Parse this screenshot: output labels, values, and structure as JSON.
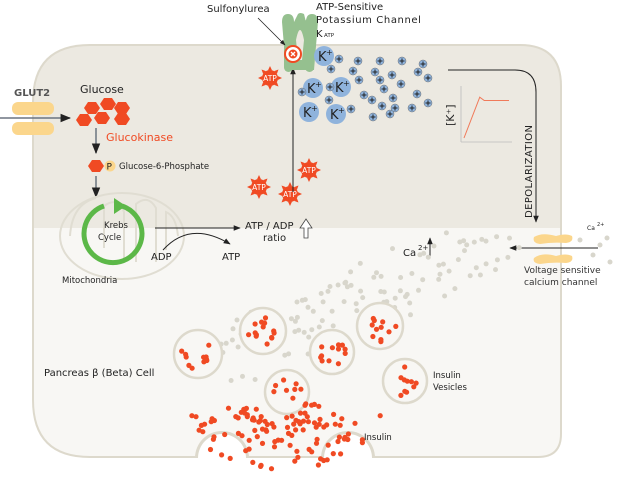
{
  "title": "Pancreas β (Beta) Cell insulin secretion",
  "colors": {
    "cell_upper": "#ece9e1",
    "cell_lower": "#f8f7f4",
    "cell_border": "#ddd9cc",
    "glucose": "#f04a23",
    "glut2": "#fbd68c",
    "krebs": "#5cb848",
    "channel": "#95c08f",
    "potassium": "#8fb3dc",
    "atp": "#f04a23",
    "insulin": "#f04a23",
    "calcium": "#d8d6cc",
    "text_accent": "#f04a23",
    "graph_line": "#f07a5a"
  },
  "labels": {
    "glut2": "GLUT2",
    "glucose": "Glucose",
    "glucokinase": "Glucokinase",
    "phosphate_p": "P",
    "glucose6p": "Glucose-6-Phosphate",
    "krebs_line1": "Krebs",
    "krebs_line2": "Cycle",
    "mitochondria": "Mitochondria",
    "adp": "ADP",
    "atp": "ATP",
    "ratio_line1": "ATP / ADP",
    "ratio_line2": "ratio",
    "sulfonylurea": "Sulfonylurea",
    "katp_line1": "ATP-Sensitive",
    "katp_line2": "Potassium Channel",
    "katp_symbol": "K",
    "katp_sub": "ATP",
    "k_ion": "K",
    "k_sup": "+",
    "k_conc_label": "[K⁺]",
    "depolarization": "DEPOLARIZATION",
    "ca_inside": "Ca",
    "ca_inside_sup": "2+",
    "ca_outside": "Ca",
    "ca_outside_sup": "2+",
    "vscc_line1": "Voltage sensitive",
    "vscc_line2": "calcium channel",
    "cell_name": "Pancreas β (Beta) Cell",
    "vesicles_line1": "Insulin",
    "vesicles_line2": "Vesicles",
    "insulin": "Insulin",
    "atp_badge": "ATP"
  },
  "k_concentration_graph": {
    "type": "line",
    "ylabel": "[K⁺]",
    "trend": "rise then plateau",
    "points": [
      [
        0,
        0.0
      ],
      [
        0.35,
        0.85
      ],
      [
        0.45,
        0.78
      ],
      [
        1.0,
        0.78
      ]
    ]
  }
}
